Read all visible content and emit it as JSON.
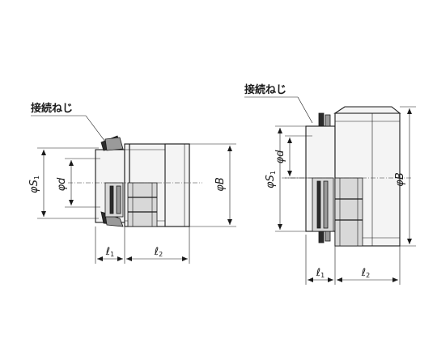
{
  "left_view": {
    "callout": "接続ねじ",
    "dim_s1": {
      "main": "φS",
      "sub": "1"
    },
    "dim_d": "φd",
    "dim_b": "φB",
    "dim_l1": {
      "main": "ℓ",
      "sub": "1"
    },
    "dim_l2": {
      "main": "ℓ",
      "sub": "2"
    }
  },
  "right_view": {
    "callout": "接続ねじ",
    "dim_s1": {
      "main": "φS",
      "sub": "1"
    },
    "dim_d": "φd",
    "dim_b": "φB",
    "dim_l1": {
      "main": "ℓ",
      "sub": "1"
    },
    "dim_l2": {
      "main": "ℓ",
      "sub": "2"
    }
  }
}
